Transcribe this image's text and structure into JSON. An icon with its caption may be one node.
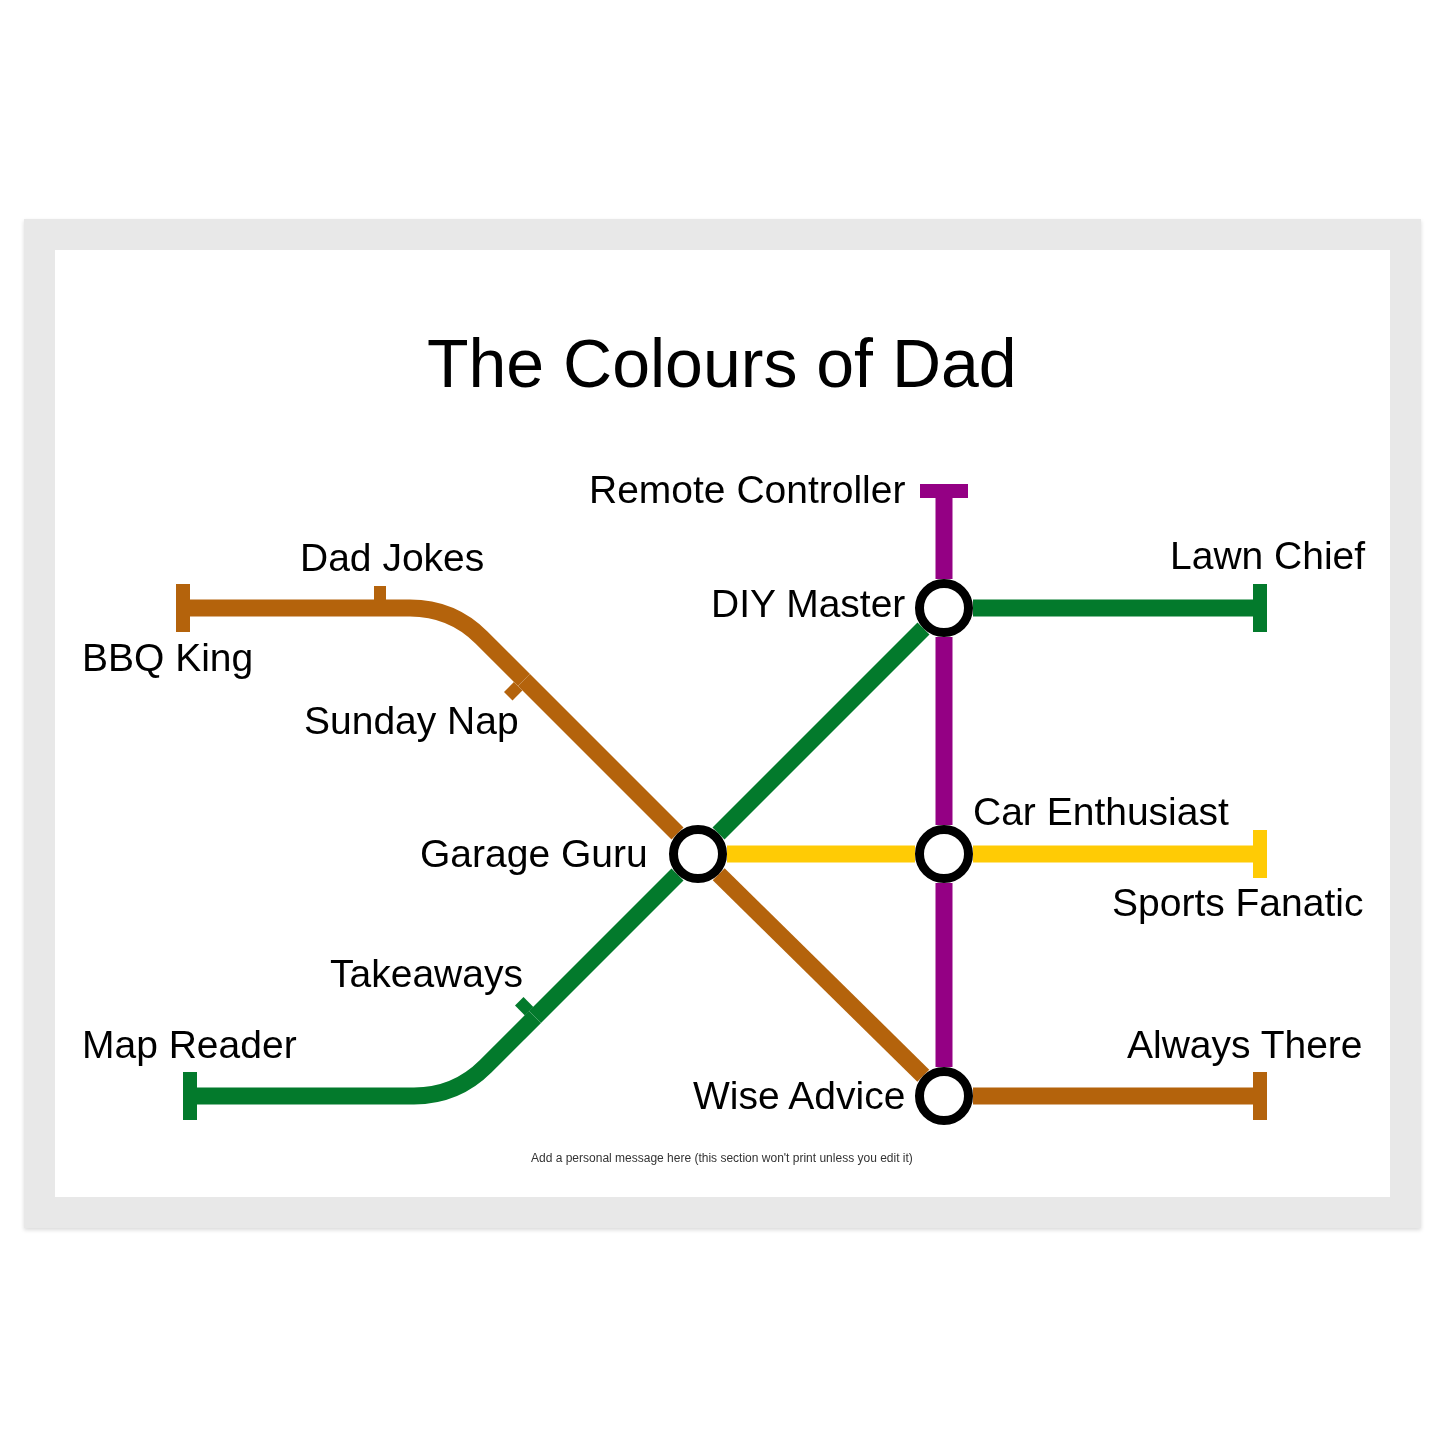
{
  "diagram": {
    "title": "The Colours of Dad",
    "nodes": [
      {
        "text": [
          "Remote Controller"
        ]
      },
      {
        "text": [
          "Dad Jokes"
        ]
      },
      {
        "text": [
          "Lawn Chief"
        ]
      },
      {
        "text": [
          "DIY Master"
        ]
      },
      {
        "text": [
          "BBQ King"
        ]
      },
      {
        "text": [
          "Sunday Nap"
        ]
      },
      {
        "text": [
          "Car Enthusiast"
        ]
      },
      {
        "text": [
          "Garage Guru"
        ]
      },
      {
        "text": [
          "Sports Fanatic"
        ]
      },
      {
        "text": [
          "Takeaways"
        ]
      },
      {
        "text": [
          "Map Reader"
        ]
      },
      {
        "text": [
          "Always There"
        ]
      },
      {
        "text": [
          "Wise Advice"
        ]
      }
    ],
    "edges": [
      {
        "from": 4,
        "to": 1,
        "arrow": "none",
        "color": "#b4630c"
      },
      {
        "from": 1,
        "to": 5,
        "arrow": "none",
        "color": "#b4630c"
      },
      {
        "from": 5,
        "to": 7,
        "arrow": "none",
        "color": "#b4630c"
      },
      {
        "from": 7,
        "to": 12,
        "arrow": "none",
        "color": "#b4630c"
      },
      {
        "from": 12,
        "to": 11,
        "arrow": "none",
        "color": "#b4630c"
      },
      {
        "from": 10,
        "to": 9,
        "arrow": "none",
        "color": "#037a2c"
      },
      {
        "from": 9,
        "to": 7,
        "arrow": "none",
        "color": "#037a2c"
      },
      {
        "from": 7,
        "to": 3,
        "arrow": "none",
        "color": "#037a2c"
      },
      {
        "from": 3,
        "to": 2,
        "arrow": "none",
        "color": "#037a2c"
      },
      {
        "from": 7,
        "to": 6,
        "arrow": "none",
        "color": "#ffcb05"
      },
      {
        "from": 6,
        "to": 8,
        "arrow": "none",
        "color": "#ffcb05"
      },
      {
        "from": 0,
        "to": 3,
        "arrow": "none",
        "color": "#940084"
      },
      {
        "from": 3,
        "to": 6,
        "arrow": "none",
        "color": "#940084"
      },
      {
        "from": 6,
        "to": 12,
        "arrow": "none",
        "color": "#940084"
      }
    ],
    "labels": [
      "Add a personal message here (this section won't print unless you edit it)"
    ]
  }
}
